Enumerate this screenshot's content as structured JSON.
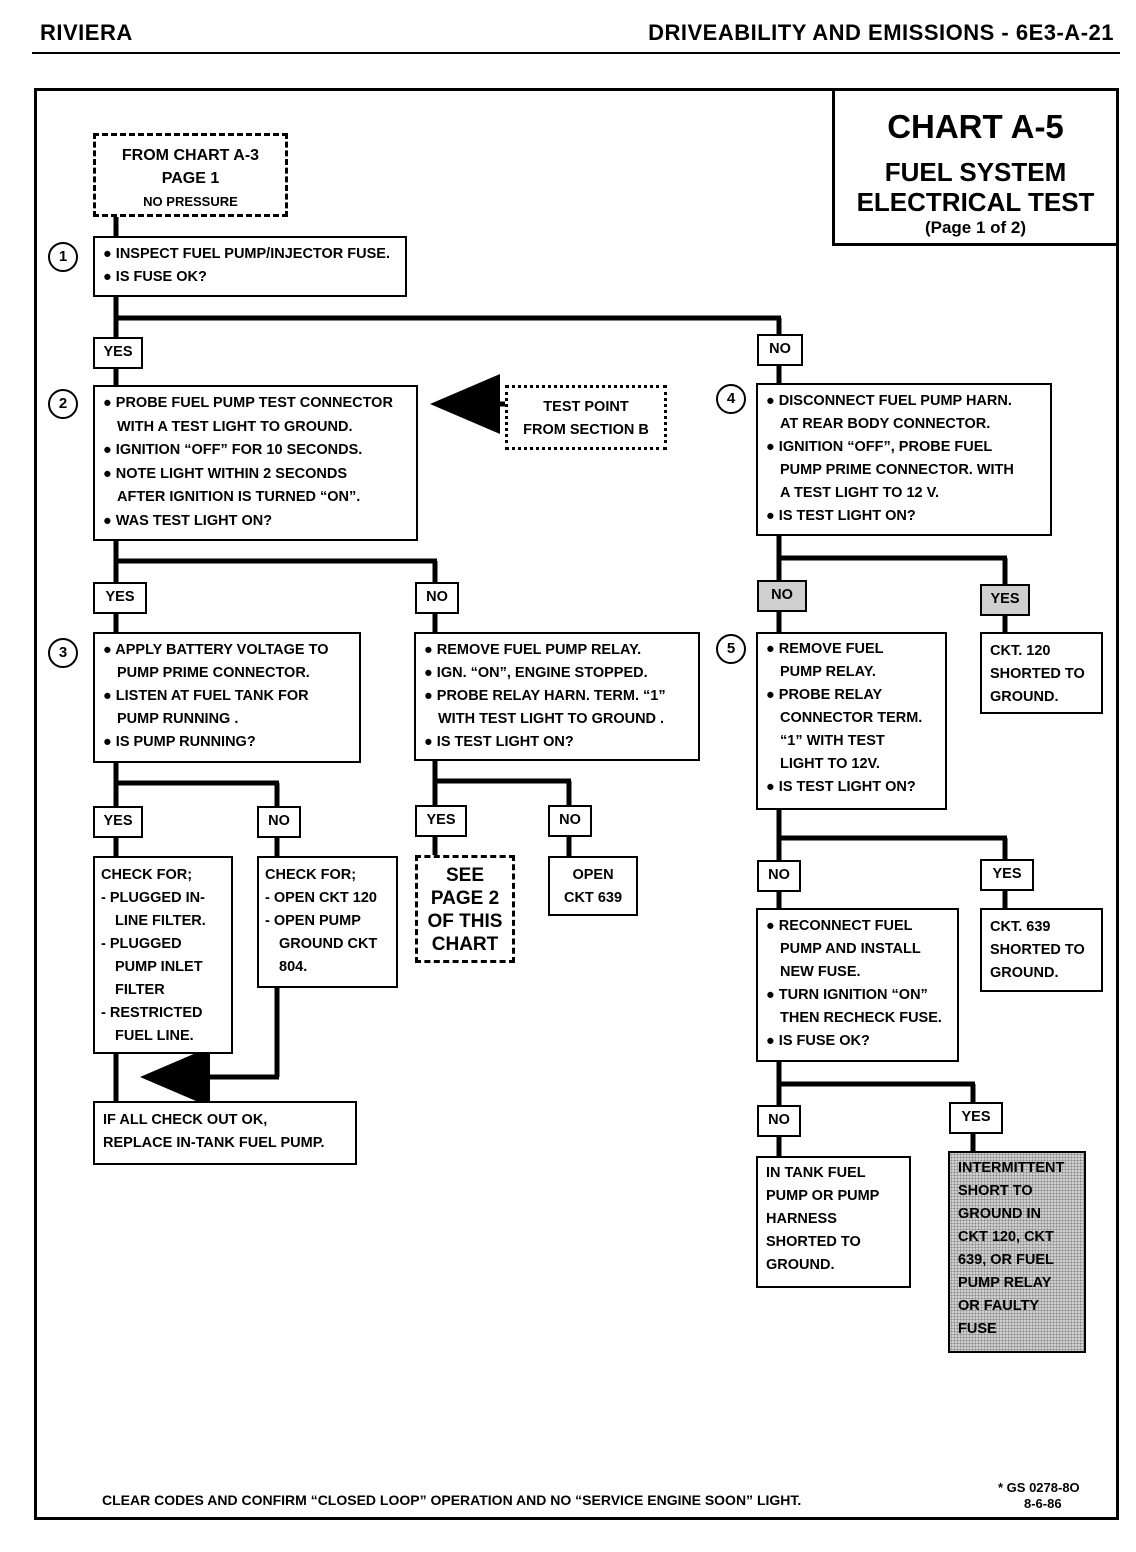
{
  "header": {
    "left": "RIVIERA",
    "right": "DRIVEABILITY AND EMISSIONS - 6E3-A-21"
  },
  "chart_title": {
    "line1": "CHART A-5",
    "line2": "FUEL SYSTEM",
    "line3": "ELECTRICAL TEST",
    "line4": "(Page 1 of 2)"
  },
  "start": {
    "line1": "FROM CHART A-3",
    "line2": "PAGE 1",
    "line3": "NO PRESSURE"
  },
  "steps": {
    "s1": {
      "num": "1",
      "lines": [
        "● INSPECT FUEL PUMP/INJECTOR FUSE.",
        "● IS FUSE OK?"
      ]
    },
    "s2": {
      "num": "2",
      "lines": [
        "● PROBE FUEL PUMP TEST CONNECTOR",
        "WITH A TEST LIGHT TO GROUND.",
        "● IGNITION “OFF” FOR 10 SECONDS.",
        "● NOTE LIGHT WITHIN 2 SECONDS",
        "AFTER IGNITION IS TURNED  “ON”.",
        "● WAS TEST LIGHT ON?"
      ]
    },
    "s3": {
      "num": "3",
      "lines": [
        "● APPLY BATTERY VOLTAGE  TO",
        "PUMP PRIME CONNECTOR.",
        "● LISTEN AT FUEL TANK FOR",
        "PUMP RUNNING .",
        "● IS PUMP RUNNING?"
      ]
    },
    "s4": {
      "num": "4",
      "lines": [
        "● DISCONNECT FUEL PUMP HARN.",
        "AT REAR BODY CONNECTOR.",
        "● IGNITION “OFF”, PROBE FUEL",
        "PUMP PRIME CONNECTOR. WITH",
        "A TEST LIGHT TO 12 V.",
        "● IS TEST LIGHT ON?"
      ]
    },
    "s5": {
      "num": "5",
      "lines": [
        "● REMOVE FUEL",
        "PUMP RELAY.",
        "● PROBE RELAY",
        "CONNECTOR TERM.",
        "“1” WITH TEST",
        "LIGHT TO 12V.",
        "● IS TEST LIGHT ON?"
      ]
    },
    "relay": {
      "lines": [
        "● REMOVE FUEL PUMP RELAY.",
        "● IGN. “ON”, ENGINE STOPPED.",
        "● PROBE RELAY HARN. TERM. “1”",
        "WITH TEST LIGHT TO GROUND .",
        "● IS TEST LIGHT ON?"
      ]
    },
    "reconnect": {
      "lines": [
        "● RECONNECT FUEL",
        "PUMP AND INSTALL",
        "NEW FUSE.",
        "● TURN IGNITION “ON”",
        "THEN RECHECK FUSE.",
        "● IS FUSE OK?"
      ]
    }
  },
  "test_point": {
    "line1": "TEST POINT",
    "line2": "FROM SECTION B"
  },
  "results": {
    "check_yes": [
      "CHECK FOR;",
      "-  PLUGGED IN-",
      "LINE FILTER.",
      "-  PLUGGED",
      "PUMP INLET",
      "FILTER",
      "-  RESTRICTED",
      "FUEL LINE."
    ],
    "check_no": [
      "CHECK FOR;",
      "-  OPEN CKT 120",
      "-  OPEN PUMP",
      "GROUND CKT",
      "804."
    ],
    "replace": [
      "IF ALL CHECK OUT OK,",
      "REPLACE IN-TANK FUEL PUMP."
    ],
    "see_page2": [
      "SEE",
      "PAGE 2",
      "OF THIS",
      "CHART"
    ],
    "open639": [
      "OPEN",
      "CKT 639"
    ],
    "ckt120": [
      "CKT. 120",
      "SHORTED TO",
      "GROUND."
    ],
    "ckt639": [
      "CKT. 639",
      "SHORTED TO",
      "GROUND."
    ],
    "intank": [
      "IN TANK FUEL",
      "PUMP OR PUMP",
      "HARNESS",
      "SHORTED TO",
      "GROUND."
    ],
    "intermittent": [
      "INTERMITTENT",
      "SHORT TO",
      "GROUND IN",
      "CKT 120, CKT",
      "639, OR FUEL",
      "PUMP RELAY",
      "OR FAULTY",
      "FUSE"
    ]
  },
  "labels": {
    "yes": "YES",
    "no": "NO"
  },
  "footer": {
    "note": "CLEAR CODES AND CONFIRM “CLOSED LOOP”  OPERATION AND NO “SERVICE ENGINE SOON” LIGHT.",
    "ref1": "* GS 0278-8O",
    "ref2": "8-6-86"
  }
}
